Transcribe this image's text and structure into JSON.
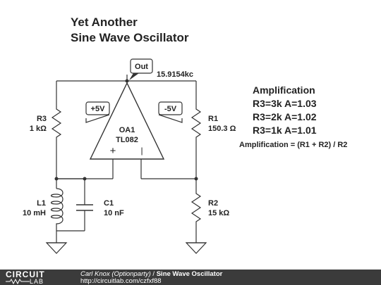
{
  "title": {
    "line1": "Yet Another",
    "line2": "Sine Wave Oscillator"
  },
  "probe": {
    "label": "Out",
    "frequency": "15.9154kc"
  },
  "opamp": {
    "name": "OA1",
    "part": "TL082",
    "plus": "+",
    "minus": "|"
  },
  "rails": {
    "positive": "+5V",
    "negative": "-5V"
  },
  "components": {
    "r3": {
      "name": "R3",
      "value": "1 kΩ"
    },
    "r1": {
      "name": "R1",
      "value": "150.3 Ω"
    },
    "r2": {
      "name": "R2",
      "value": "15 kΩ"
    },
    "l1": {
      "name": "L1",
      "value": "10 mH"
    },
    "c1": {
      "name": "C1",
      "value": "10 nF"
    }
  },
  "notes": {
    "heading": "Amplification",
    "lines": [
      "R3=3k A=1.03",
      "R3=2k A=1.02",
      "R3=1k A=1.01"
    ],
    "formula": "Amplification = (R1 + R2) / R2"
  },
  "footer": {
    "logo_top": "CIRCUIT",
    "logo_bottom": "LAB",
    "author": "Carl Knox (Optionparty)",
    "separator": " / ",
    "circuit_name": "Sine Wave Oscillator",
    "url": "http://circuitlab.com/czfxf88"
  }
}
